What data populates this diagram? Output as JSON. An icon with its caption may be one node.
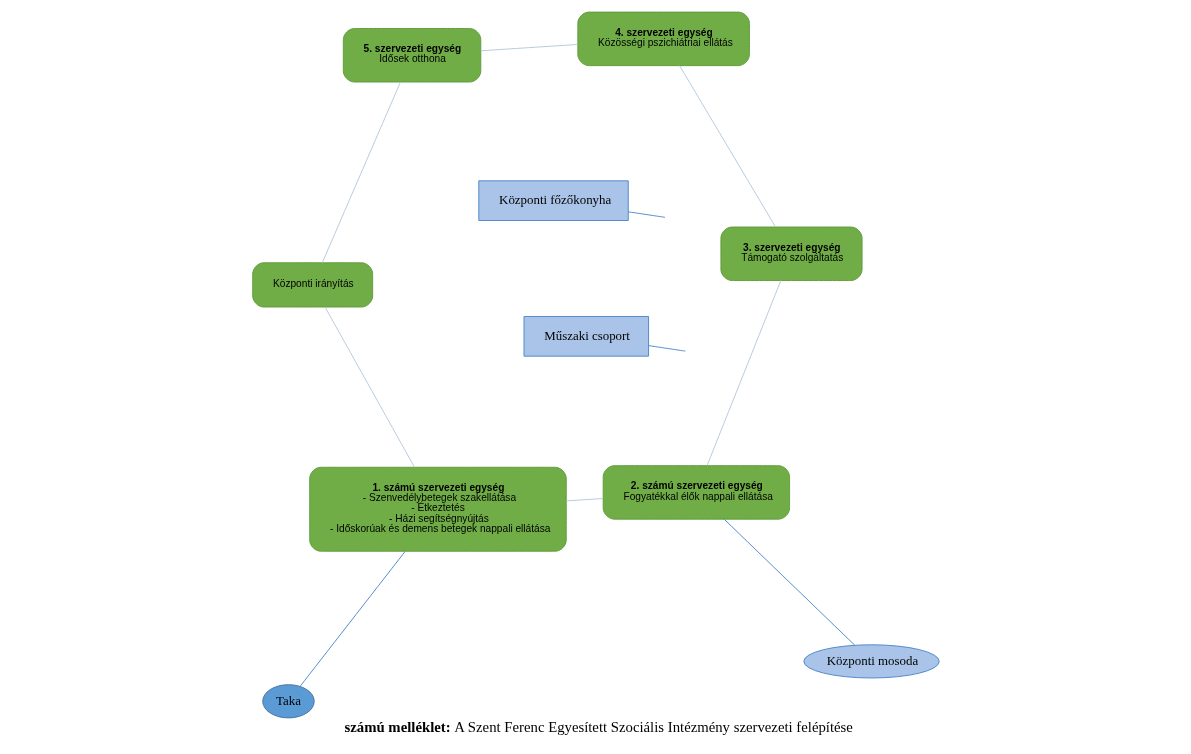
{
  "diagram": {
    "caption": "**számú melléklet:** A Szent Ferenc Egyesített Szociális Intézmény szervezeti felépítése",
    "nodes": [
      {
        "text": [
          "Központi irányítás"
        ]
      },
      {
        "text": [
          "1. számú szervezeti egység",
          "- Szenvedélybetegek szakellátása",
          "- Étkeztetés",
          "- Házi segítségnyújtás",
          "- Időskorúak és demens betegek nappali ellátása"
        ]
      },
      {
        "text": [
          "2. számú szervezeti egység",
          "Fogyatékkal élők nappali ellátása"
        ]
      },
      {
        "text": [
          "3. szervezeti egység",
          "Támogató szolgáltatás"
        ]
      },
      {
        "text": [
          "4. szervezeti egység",
          "Közösségi pszichiátriai ellátás"
        ]
      },
      {
        "text": [
          "5. szervezeti egység",
          "Idősek otthona"
        ]
      },
      {
        "text": [
          "Taka"
        ]
      },
      {
        "text": [
          "Központi mosoda"
        ]
      },
      {
        "text": [
          "Központi főzőkonyha"
        ]
      },
      {
        "text": [
          "Műszaki csoport"
        ]
      }
    ],
    "edges": [
      {
        "from": 0,
        "to": 1,
        "arrow": "none"
      },
      {
        "from": 1,
        "to": 2,
        "arrow": "none"
      },
      {
        "from": 2,
        "to": 3,
        "arrow": "none"
      },
      {
        "from": 3,
        "to": 4,
        "arrow": "none"
      },
      {
        "from": 4,
        "to": 5,
        "arrow": "none"
      },
      {
        "from": 5,
        "to": 0,
        "arrow": "none"
      },
      {
        "from": 6,
        "to": 1,
        "arrow": "none",
        "color": "#4a86c8"
      },
      {
        "from": 7,
        "to": 2,
        "arrow": "none",
        "color": "#4a86c8"
      },
      {
        "from": null,
        "to": 8,
        "arrow": "none",
        "color": "#4a86c8"
      },
      {
        "from": null,
        "to": 9,
        "arrow": "none",
        "color": "#4a86c8"
      }
    ]
  }
}
